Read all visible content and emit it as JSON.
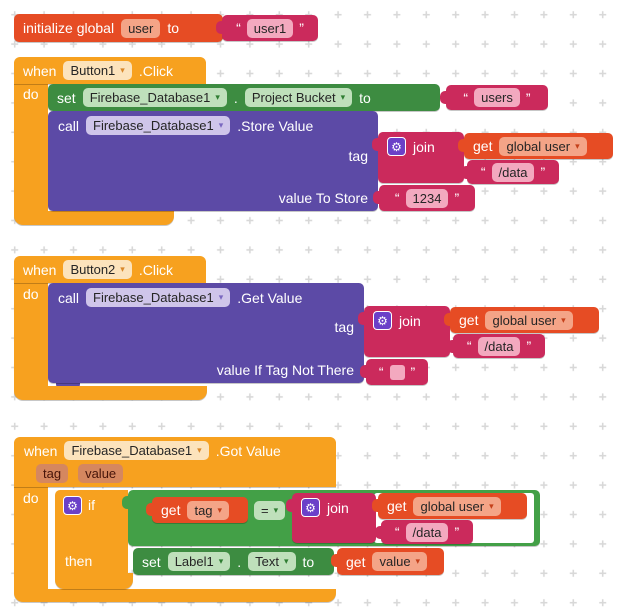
{
  "palette": {
    "event_orange": "#F7A11F",
    "variable_orange_red": "#E64C24",
    "text_pink": "#CB2A5C",
    "component_purple": "#5C4AA6",
    "setter_green": "#3D8C41",
    "logic_green": "#43A047",
    "mutator_purple": "#6B40C8",
    "workspace_grid_mark": "#D8D8D8"
  },
  "symbols": {
    "open_quote": "“",
    "close_quote": "”",
    "dropdown_arrow": "▾",
    "gear": "⚙"
  },
  "init_block": {
    "keyword": "initialize global",
    "variable": "user",
    "to": "to",
    "value": "user1"
  },
  "button1_click": {
    "when": "when",
    "component": "Button1",
    "event": ".Click",
    "do_label": "do",
    "set_bucket": {
      "set": "set",
      "component": "Firebase_Database1",
      "dot": ".",
      "property": "Project Bucket",
      "to": "to",
      "value": "users"
    },
    "store_value": {
      "call": "call",
      "component": "Firebase_Database1",
      "method": ".Store Value",
      "tag_label": "tag",
      "join_label": "join",
      "get_label": "get",
      "variable": "global user",
      "path": "/data",
      "value_label": "value To Store",
      "value": "1234"
    }
  },
  "button2_click": {
    "when": "when",
    "component": "Button2",
    "event": ".Click",
    "do_label": "do",
    "get_value": {
      "call": "call",
      "component": "Firebase_Database1",
      "method": ".Get Value",
      "tag_label": "tag",
      "join_label": "join",
      "get_label": "get",
      "variable": "global user",
      "path": "/data",
      "not_there_label": "value If Tag Not There"
    }
  },
  "got_value": {
    "when": "when",
    "component": "Firebase_Database1",
    "event": ".Got Value",
    "params": [
      "tag",
      "value"
    ],
    "do_label": "do",
    "if_label": "if",
    "then_label": "then",
    "condition": {
      "get_label": "get",
      "variable": "tag",
      "operator": "=",
      "join_label": "join",
      "get2_label": "get",
      "variable2": "global user",
      "path": "/data"
    },
    "set_label_text": {
      "set": "set",
      "component": "Label1",
      "dot": ".",
      "property": "Text",
      "to": "to",
      "get_label": "get",
      "variable": "value"
    }
  }
}
